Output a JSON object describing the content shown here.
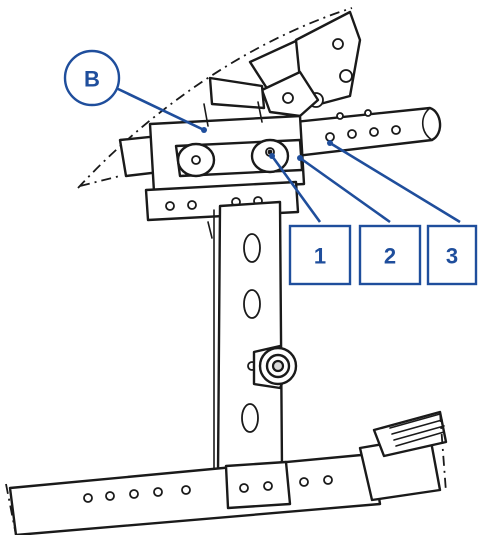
{
  "callouts": {
    "circle_label": "B",
    "boxes": [
      {
        "id": "callout-1",
        "label": "1"
      },
      {
        "id": "callout-2",
        "label": "2"
      },
      {
        "id": "callout-3",
        "label": "3"
      }
    ]
  },
  "colors": {
    "callout": "#1f4e9c",
    "line_art": "#1a1a1a",
    "background": "#ffffff"
  }
}
